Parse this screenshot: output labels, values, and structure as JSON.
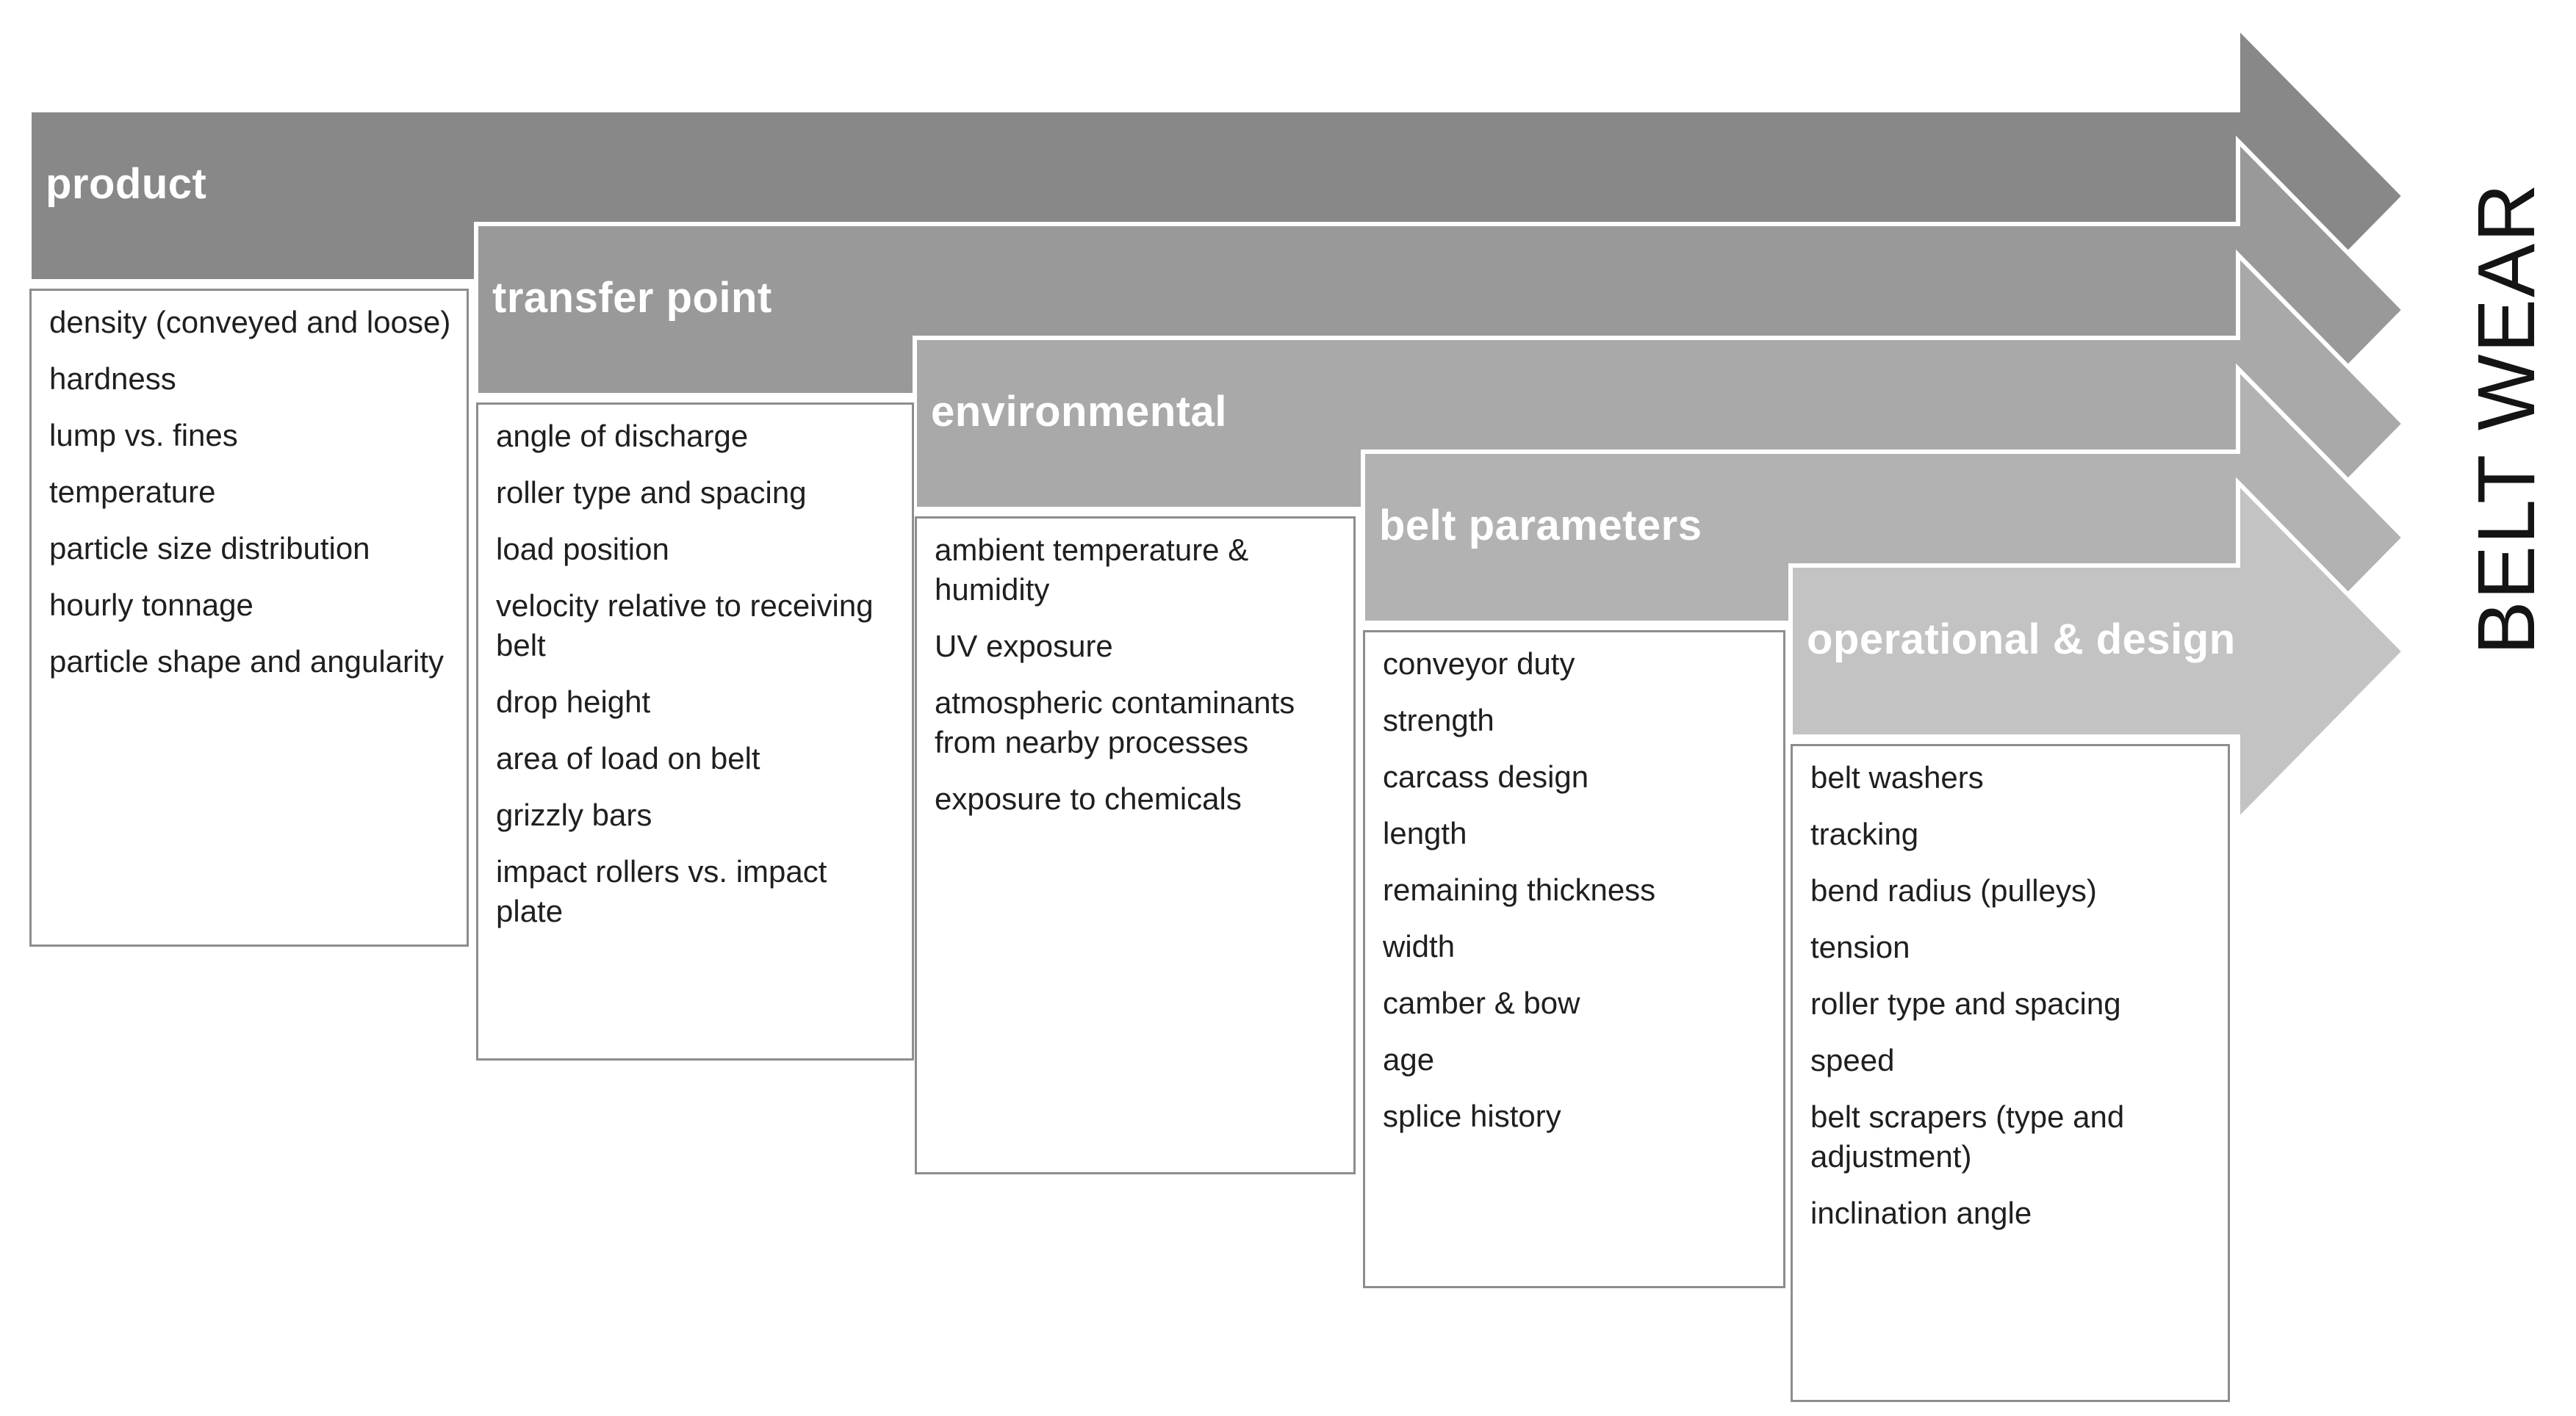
{
  "title": "BELT WEAR",
  "categories": [
    {
      "label": "product",
      "color": "#888888",
      "items": [
        "density (conveyed and loose)",
        "hardness",
        "lump vs. fines",
        "temperature",
        "particle size distribution",
        "hourly tonnage",
        "particle shape and angularity"
      ]
    },
    {
      "label": "transfer point",
      "color": "#999999",
      "items": [
        "angle of discharge",
        "roller type and spacing",
        "load position",
        "velocity relative to receiving belt",
        "drop height",
        "area of load on belt",
        "grizzly bars",
        "impact rollers vs. impact plate"
      ]
    },
    {
      "label": "environmental",
      "color": "#a9a9a9",
      "items": [
        "ambient temperature & humidity",
        "UV exposure",
        "atmospheric contaminants from nearby processes",
        "exposure to chemicals"
      ]
    },
    {
      "label": "belt parameters",
      "color": "#b2b2b2",
      "items": [
        "conveyor duty",
        "strength",
        "carcass design",
        "length",
        "remaining thickness",
        "width",
        "camber & bow",
        "age",
        "splice history"
      ]
    },
    {
      "label": "operational & design",
      "color": "#c3c3c3",
      "items": [
        "belt washers",
        "tracking",
        "bend radius (pulleys)",
        "tension",
        "roller type and spacing",
        "speed",
        "belt scrapers (type and adjustment)",
        "inclination angle"
      ]
    }
  ]
}
